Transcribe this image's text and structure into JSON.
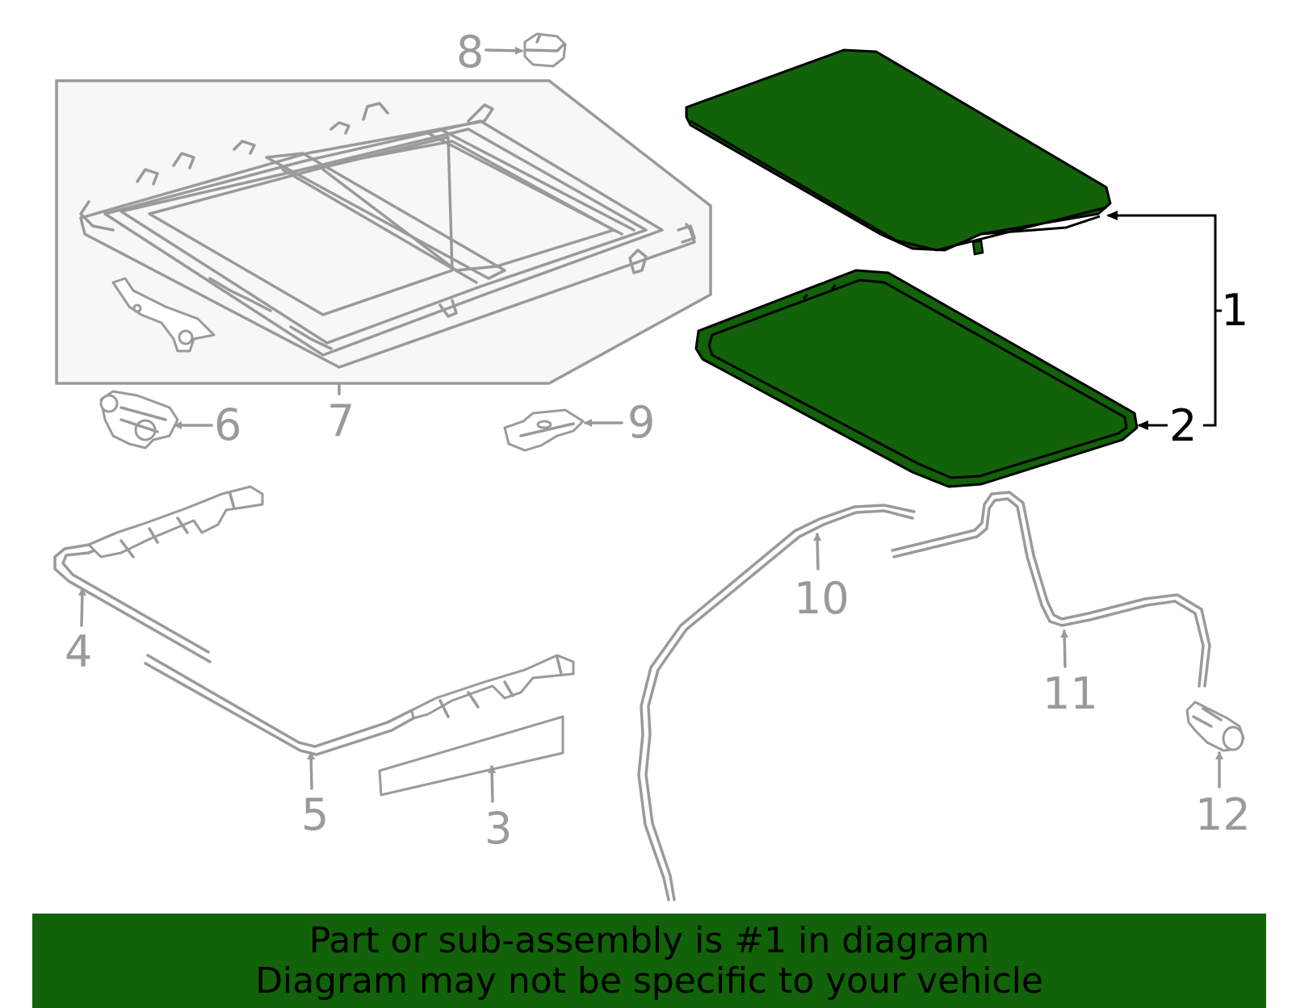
{
  "colors": {
    "highlight": "#116208",
    "part_outline": "#9a9a9a",
    "background": "#ffffff"
  },
  "callouts": {
    "c1": "1",
    "c2": "2",
    "c3": "3",
    "c4": "4",
    "c5": "5",
    "c6": "6",
    "c7": "7",
    "c8": "8",
    "c9": "9",
    "c10": "10",
    "c11": "11",
    "c12": "12"
  },
  "banner": {
    "line1": "Part or sub-assembly is #1 in diagram",
    "line2": "Diagram may not be specific to your vehicle"
  }
}
